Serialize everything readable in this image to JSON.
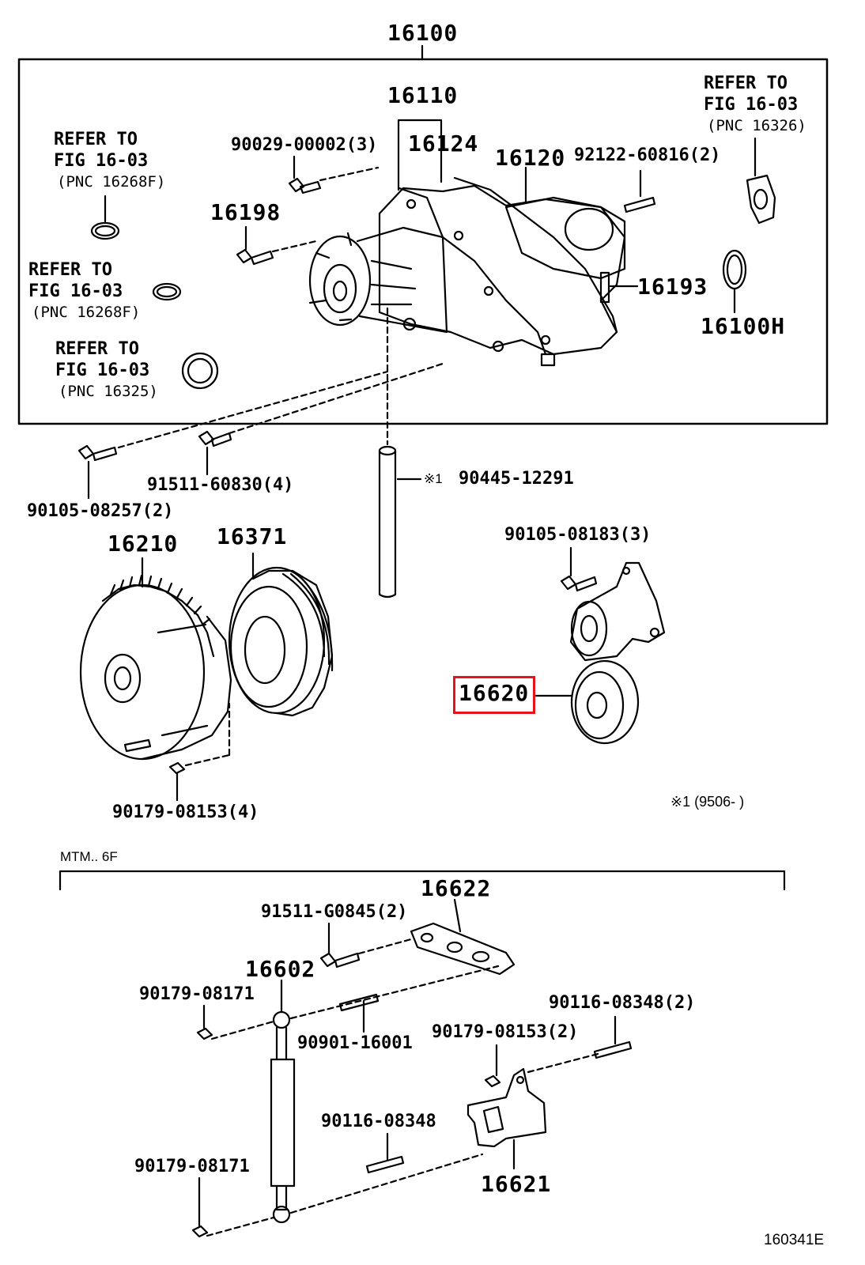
{
  "colors": {
    "line": "#000000",
    "highlight": "#e8121b",
    "background": "#ffffff"
  },
  "labels": {
    "assy_16100": "16100",
    "p16110": "16110",
    "p16124": "16124",
    "p16120": "16120",
    "p16198": "16198",
    "p16193": "16193",
    "p16100H": "16100H",
    "bolt_90029": "90029-00002(3)",
    "stud_92122": "92122-60816(2)",
    "p16210": "16210",
    "p16371": "16371",
    "p16620": "16620",
    "bolt_90105_08183": "90105-08183(3)",
    "bolt_91511_60830": "91511-60830(4)",
    "bolt_90105_08257": "90105-08257(2)",
    "nut_90179_08153_4": "90179-08153(4)",
    "pipe_note_mark": "※1",
    "pipe_90445": "90445-12291",
    "footnote": "※1 (9506-      )",
    "section_mtm": "MTM.. 6F",
    "p16622": "16622",
    "bolt_91511_G0845": "91511-G0845(2)",
    "p16602": "16602",
    "nut_90179_08171_a": "90179-08171",
    "nut_90179_08171_b": "90179-08171",
    "stud_90116_08348_2": "90116-08348(2)",
    "nut_90179_08153_2": "90179-08153(2)",
    "stud_90901": "90901-16001",
    "stud_90116_08348": "90116-08348",
    "p16621": "16621",
    "figure_id": "160341E"
  },
  "refers": [
    {
      "line1": "REFER TO",
      "line2": "FIG 16-03",
      "line3": "(PNC 16268F)"
    },
    {
      "line1": "REFER TO",
      "line2": "FIG 16-03",
      "line3": "(PNC 16268F)"
    },
    {
      "line1": "REFER TO",
      "line2": "FIG 16-03",
      "line3": "(PNC 16325)"
    },
    {
      "line1": "REFER TO",
      "line2": "FIG 16-03",
      "line3": "(PNC 16326)"
    }
  ],
  "icons": [
    "water-pump",
    "gasket",
    "o-ring",
    "bolt",
    "stud",
    "nut",
    "fan-coupling",
    "pulley",
    "tensioner",
    "idler-pulley",
    "pipe",
    "damper",
    "bracket"
  ]
}
